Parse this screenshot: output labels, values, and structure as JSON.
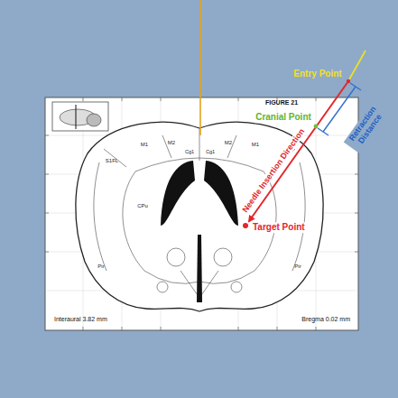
{
  "diagram": {
    "labels": [
      "FIGURE 21",
      "Entry Point",
      "Cranial Point",
      "Retraction Distance",
      "Needle Insertion Direction",
      "Target Point",
      "Interaural 3.82 mm",
      "Bregma 0.02 mm",
      "M2",
      "M1",
      "S1FL",
      "CPu",
      "Pir",
      "Cg1",
      "Cg1",
      "M2",
      "M1",
      "Pir"
    ]
  }
}
